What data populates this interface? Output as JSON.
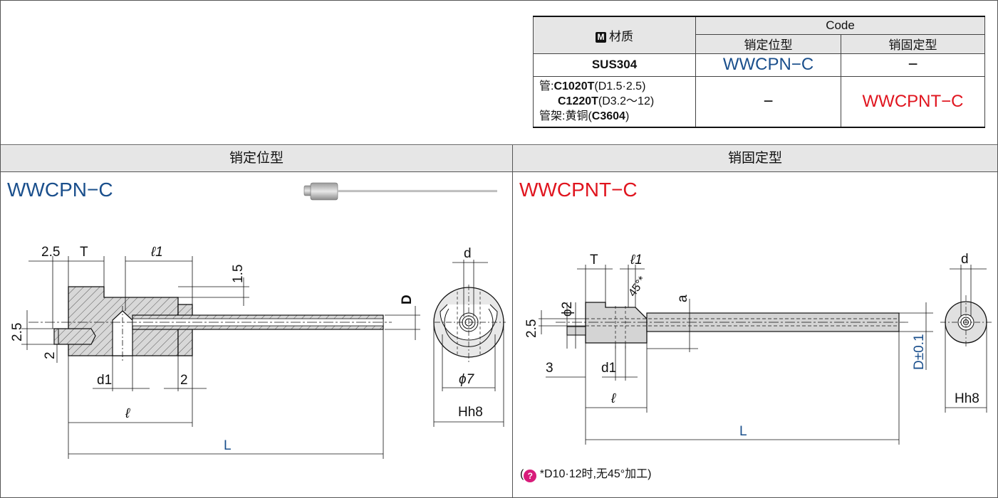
{
  "table": {
    "material_header": "材质",
    "code_header": "Code",
    "col_positioning": "销定位型",
    "col_fixed": "销固定型",
    "row1": {
      "material": "SUS304",
      "positioning": "WWCPN−C",
      "fixed": "−"
    },
    "row2": {
      "line1_prefix": "管:",
      "line1_bold": "C1020T",
      "line1_suffix": "(D1.5·2.5)",
      "line2_bold": "C1220T",
      "line2_suffix": "(D3.2～12)",
      "line3_prefix": "管架:黄铜(",
      "line3_bold": "C3604",
      "line3_suffix": ")",
      "positioning": "−",
      "fixed": "WWCPNT−C"
    }
  },
  "sections": {
    "left_header": "销定位型",
    "right_header": "销固定型",
    "left_code": "WWCPN−C",
    "right_code": "WWCPNT−C"
  },
  "dims_left": {
    "d25_top": "2.5",
    "T": "T",
    "l1": "ℓ1",
    "d15": "1.5",
    "D": "D",
    "d25_side": "2.5",
    "d2_side": "2",
    "d1": "d1",
    "d2_bottom": "2",
    "l": "ℓ",
    "L": "L",
    "d": "d",
    "phi7": "ϕ7",
    "H": "Hh8"
  },
  "dims_right": {
    "T": "T",
    "l1": "ℓ1",
    "angle": "45°*",
    "phi2": "ϕ2",
    "a": "a",
    "d25": "2.5",
    "d3": "3",
    "d1": "d1",
    "l": "ℓ",
    "L": "L",
    "D": "D±0.1",
    "d": "d",
    "H": "Hh8"
  },
  "note": {
    "icon": "?",
    "text": "*D10·12时,无45°加工)",
    "prefix": "("
  }
}
